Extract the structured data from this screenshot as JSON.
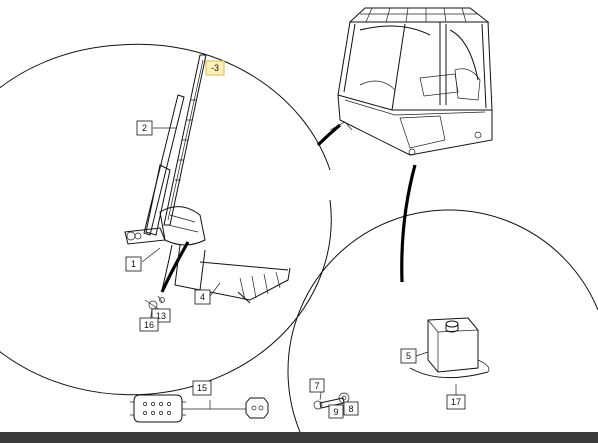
{
  "callouts": {
    "c1": "1",
    "c2": "2",
    "c3": "-3",
    "c4": "4",
    "c5": "5",
    "c7": "7",
    "c8": "8",
    "c9": "9",
    "c13": "13",
    "c15": "15",
    "c16": "16",
    "c17": "17"
  },
  "colors": {
    "highlight_fill": "#fff1b8",
    "highlight_border": "#e0b84a",
    "line": "#111111",
    "bar": "#3a3a3a"
  }
}
